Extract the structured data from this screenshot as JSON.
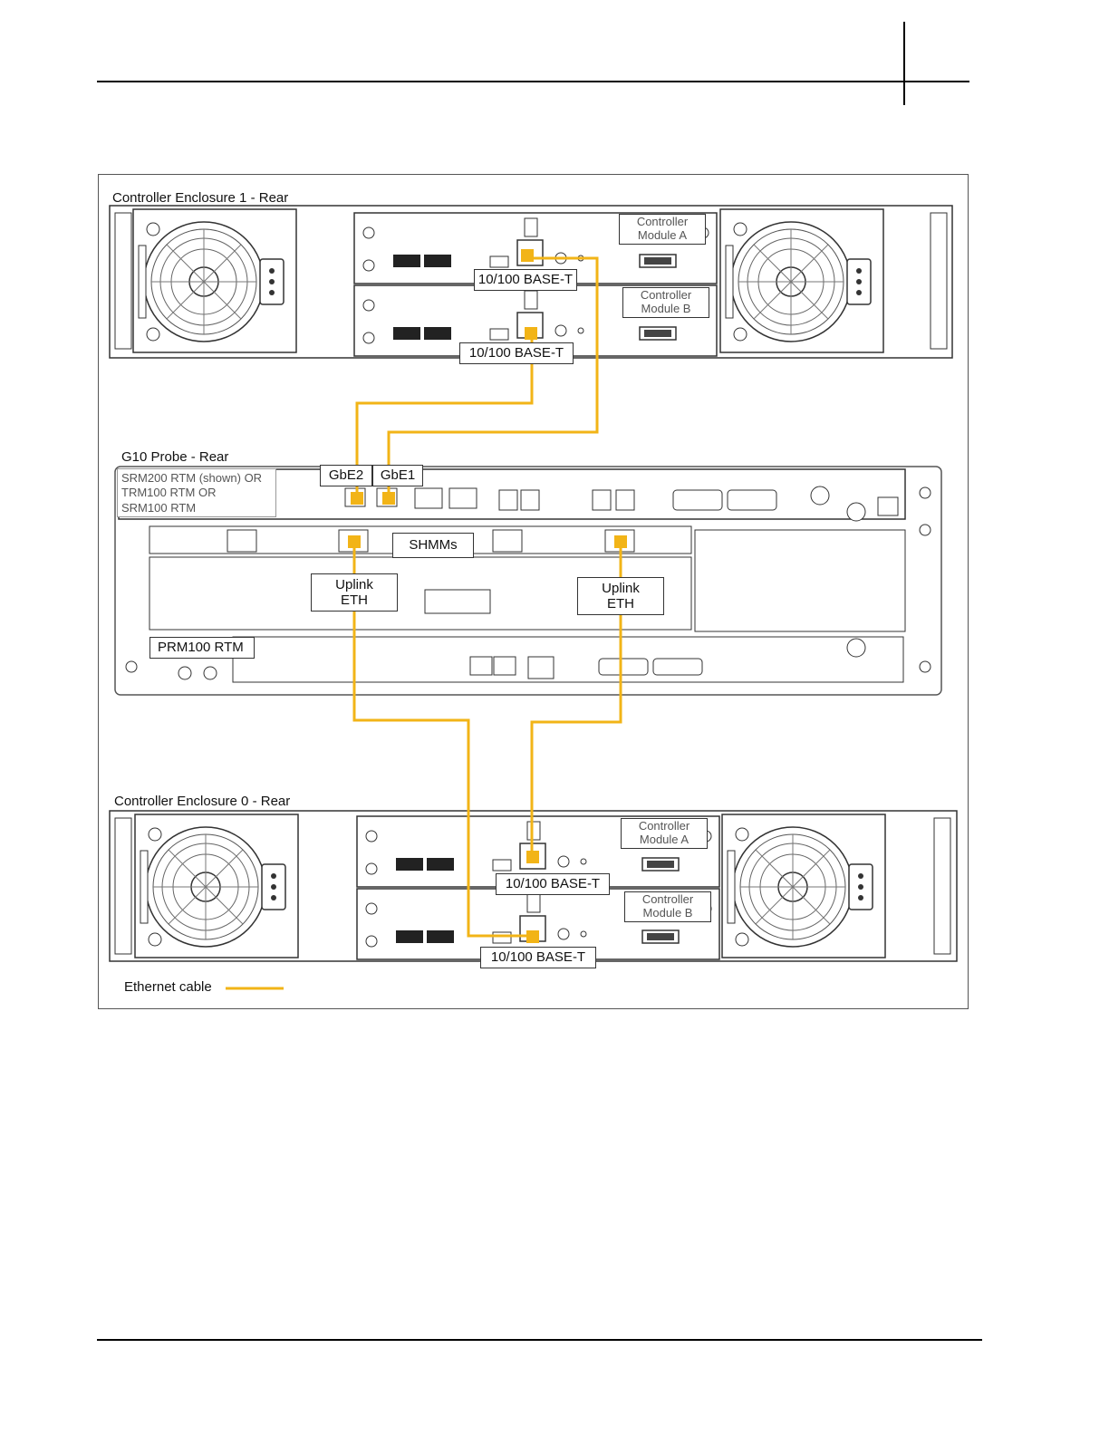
{
  "figure": {
    "enclosure_1_title": "Controller Enclosure  1 - Rear",
    "probe_title": "G10 Probe - Rear",
    "enclosure_0_title": "Controller Enclosure 0 - Rear",
    "controller_a": "Controller\nModule A",
    "controller_b": "Controller\nModule B",
    "port_label": "10/100 BASE-T",
    "gbe2": "GbE2",
    "gbe1": "GbE1",
    "rtm_note_lines": [
      "SRM200 RTM (shown) OR",
      "TRM100 RTM OR",
      "SRM100 RTM"
    ],
    "shmms": "SHMMs",
    "uplink_eth": "Uplink\nETH",
    "prm100": "PRM100 RTM",
    "legend_label": "Ethernet cable",
    "colors": {
      "cable": "#f2b417",
      "outline": "#333333",
      "frame": "#555555"
    }
  }
}
